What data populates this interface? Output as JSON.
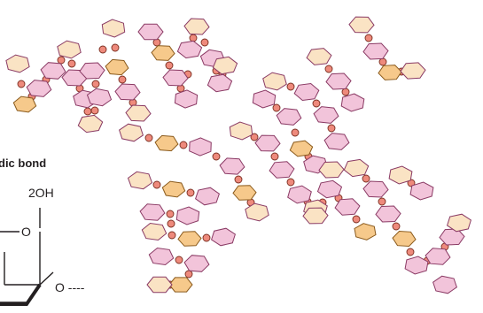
{
  "bond_label": "dic bond",
  "ring": {
    "ch2oh": "2OH",
    "ring_oxygen": "O",
    "linkage": "O ----"
  },
  "colors": {
    "pink_fill": "#f2c4da",
    "pink_stroke": "#8a3a64",
    "orange_fill": "#f6c98b",
    "orange_stroke": "#8a5a1c",
    "cream_fill": "#fae3c4",
    "bond_fill": "#ee8a7c",
    "bond_stroke": "#7a2e20"
  },
  "units": {
    "glucose_ring_shape": "hexagon",
    "linkage_shape": "circle"
  }
}
